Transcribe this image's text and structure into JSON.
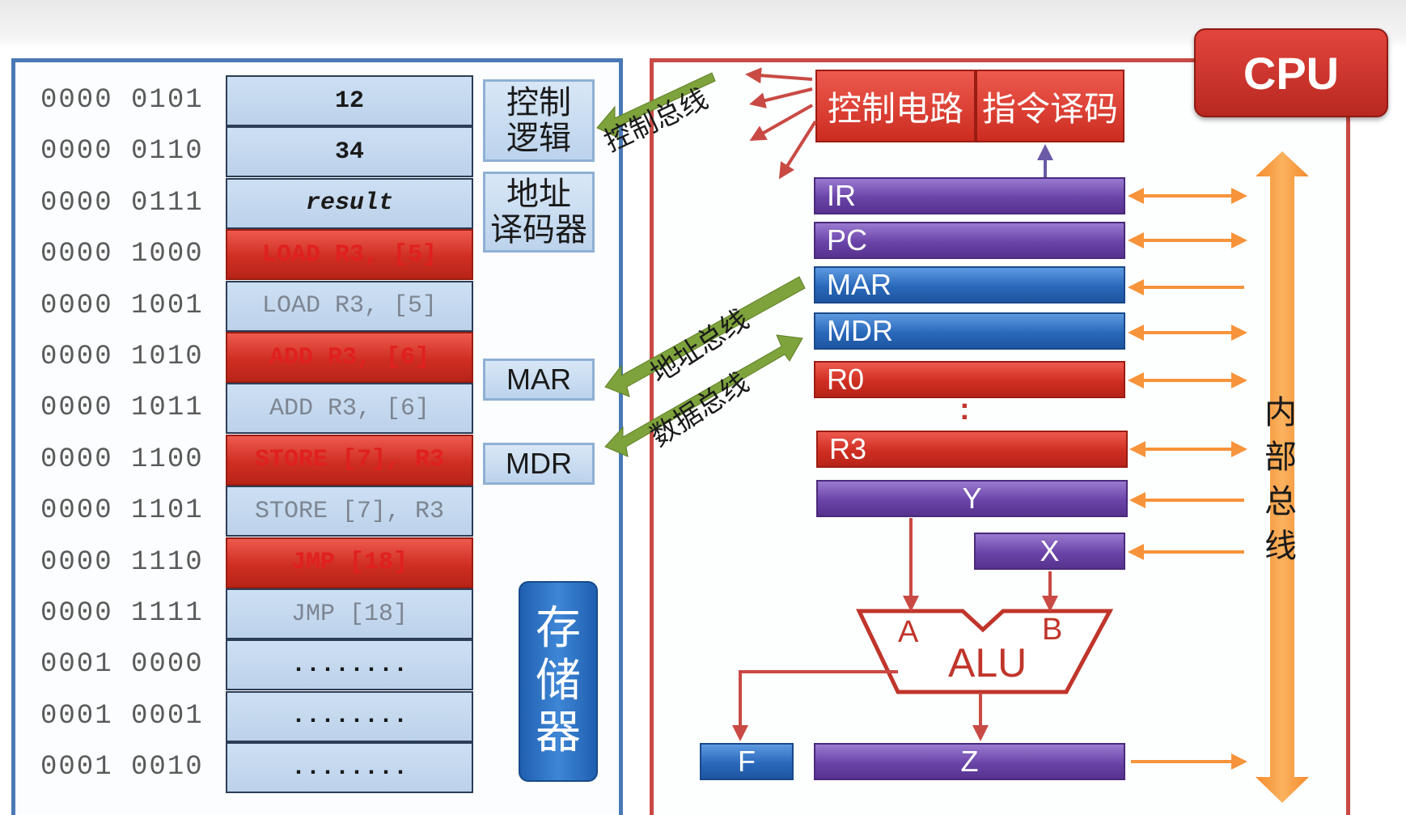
{
  "memory": {
    "rows": [
      {
        "address": "0000 0101",
        "content": "12",
        "style": "normal"
      },
      {
        "address": "0000 0110",
        "content": "34",
        "style": "normal"
      },
      {
        "address": "0000 0111",
        "content": "result",
        "style": "italic"
      },
      {
        "address": "0000 1000",
        "content": "LOAD R3, [5]",
        "style": "red"
      },
      {
        "address": "0000 1001",
        "content": "LOAD R3, [5]",
        "style": "gray"
      },
      {
        "address": "0000 1010",
        "content": "ADD R3, [6]",
        "style": "red"
      },
      {
        "address": "0000 1011",
        "content": "ADD R3, [6]",
        "style": "gray"
      },
      {
        "address": "0000 1100",
        "content": "STORE [7], R3",
        "style": "red"
      },
      {
        "address": "0000 1101",
        "content": "STORE [7], R3",
        "style": "gray"
      },
      {
        "address": "0000 1110",
        "content": "JMP [18]",
        "style": "red"
      },
      {
        "address": "0000 1111",
        "content": "JMP [18]",
        "style": "gray"
      },
      {
        "address": "0001 0000",
        "content": "........",
        "style": "normal"
      },
      {
        "address": "0001 0001",
        "content": "........",
        "style": "normal"
      },
      {
        "address": "0001 0010",
        "content": "........",
        "style": "normal"
      }
    ],
    "control_logic_l1": "控制",
    "control_logic_l2": "逻辑",
    "addr_decoder_l1": "地址",
    "addr_decoder_l2": "译码器",
    "mar": "MAR",
    "mdr": "MDR",
    "storage_c1": "存",
    "storage_c2": "储",
    "storage_c3": "器"
  },
  "buses": {
    "control": "控制总线",
    "address": "地址总线",
    "data": "数据总线"
  },
  "cpu": {
    "badge": "CPU",
    "control_circuit": "控制电路",
    "instr_decode": "指令译码",
    "registers": {
      "ir": "IR",
      "pc": "PC",
      "mar": "MAR",
      "mdr": "MDR",
      "r0": "R0",
      "ellipsis": ":",
      "r3": "R3",
      "y": "Y",
      "x": "X",
      "f": "F",
      "z": "Z"
    },
    "alu": {
      "name": "ALU",
      "a": "A",
      "b": "B"
    },
    "inner_bus_c1": "内",
    "inner_bus_c2": "部",
    "inner_bus_c3": "总",
    "inner_bus_c4": "线"
  },
  "colors": {
    "memory_border": "#4a7ab5",
    "cpu_border": "#c94a44",
    "bus_green": "#7ea33c",
    "inner_bus_orange": "#f7933a",
    "red_arrow": "#c94a44",
    "purple_arrow": "#6a5aa8"
  }
}
